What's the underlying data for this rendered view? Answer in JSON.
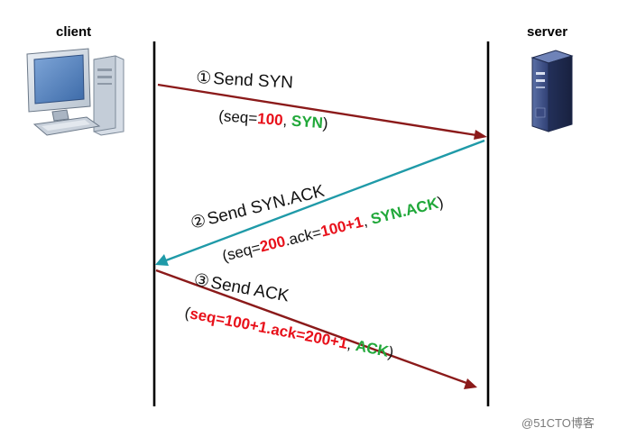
{
  "nodes": {
    "client": {
      "label": "client"
    },
    "server": {
      "label": "server"
    }
  },
  "messages": [
    {
      "step": "①",
      "title": "Send SYN",
      "detail": [
        {
          "text": "(seq=",
          "style": "plain"
        },
        {
          "text": "100",
          "style": "red"
        },
        {
          "text": ", ",
          "style": "plain"
        },
        {
          "text": "SYN",
          "style": "green"
        },
        {
          "text": ")",
          "style": "plain"
        }
      ],
      "color": "#8b1a1a"
    },
    {
      "step": "②",
      "title": "Send SYN.ACK",
      "detail": [
        {
          "text": "(seq=",
          "style": "plain"
        },
        {
          "text": "200",
          "style": "red"
        },
        {
          "text": ".ack=",
          "style": "plain"
        },
        {
          "text": "100+1",
          "style": "red"
        },
        {
          "text": ", ",
          "style": "plain"
        },
        {
          "text": "SYN.ACK",
          "style": "green"
        },
        {
          "text": ")",
          "style": "plain"
        }
      ],
      "color": "#1f9aa8"
    },
    {
      "step": "③",
      "title": "Send ACK",
      "detail": [
        {
          "text": "(",
          "style": "plain"
        },
        {
          "text": "seq=100+1.ack=200+1",
          "style": "red"
        },
        {
          "text": ", ",
          "style": "plain"
        },
        {
          "text": "ACK",
          "style": "green"
        },
        {
          "text": ")",
          "style": "plain"
        }
      ],
      "color": "#8b1a1a"
    }
  ],
  "icons": {
    "client": "desktop-computer-icon",
    "server": "server-tower-icon"
  },
  "watermark": "@51CTO博客"
}
